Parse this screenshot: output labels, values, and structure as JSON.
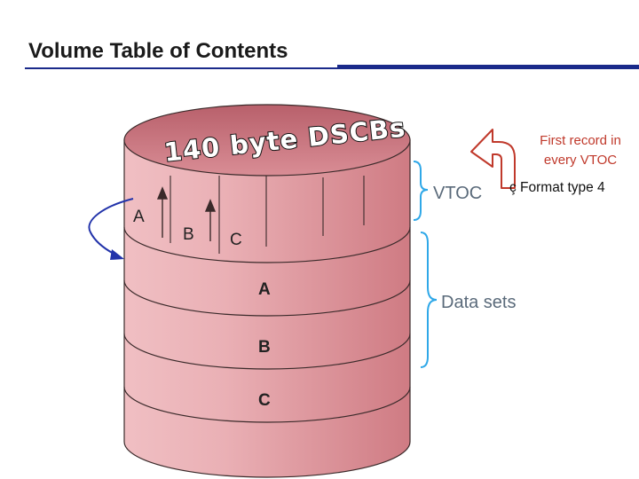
{
  "slide": {
    "title": "Volume Table of Contents"
  },
  "headline": "140 byte DSCBs",
  "vtoc": {
    "label": "VTOC",
    "entries": [
      "A",
      "B",
      "C"
    ]
  },
  "data_sets": {
    "label": "Data sets",
    "items": [
      "A",
      "B",
      "C"
    ]
  },
  "notes": {
    "first_record": "First record in every VTOC",
    "format_type": "ç Format type 4"
  },
  "colors": {
    "cylinder_body": "#e8a2a8",
    "cylinder_top": "#c9747e",
    "outline": "#3a2a2a",
    "bracket": "#2fa8e8",
    "curved_arrow": "#2233aa",
    "return_arrow": "#c0392b",
    "title_rule": "#1a2a8a"
  }
}
